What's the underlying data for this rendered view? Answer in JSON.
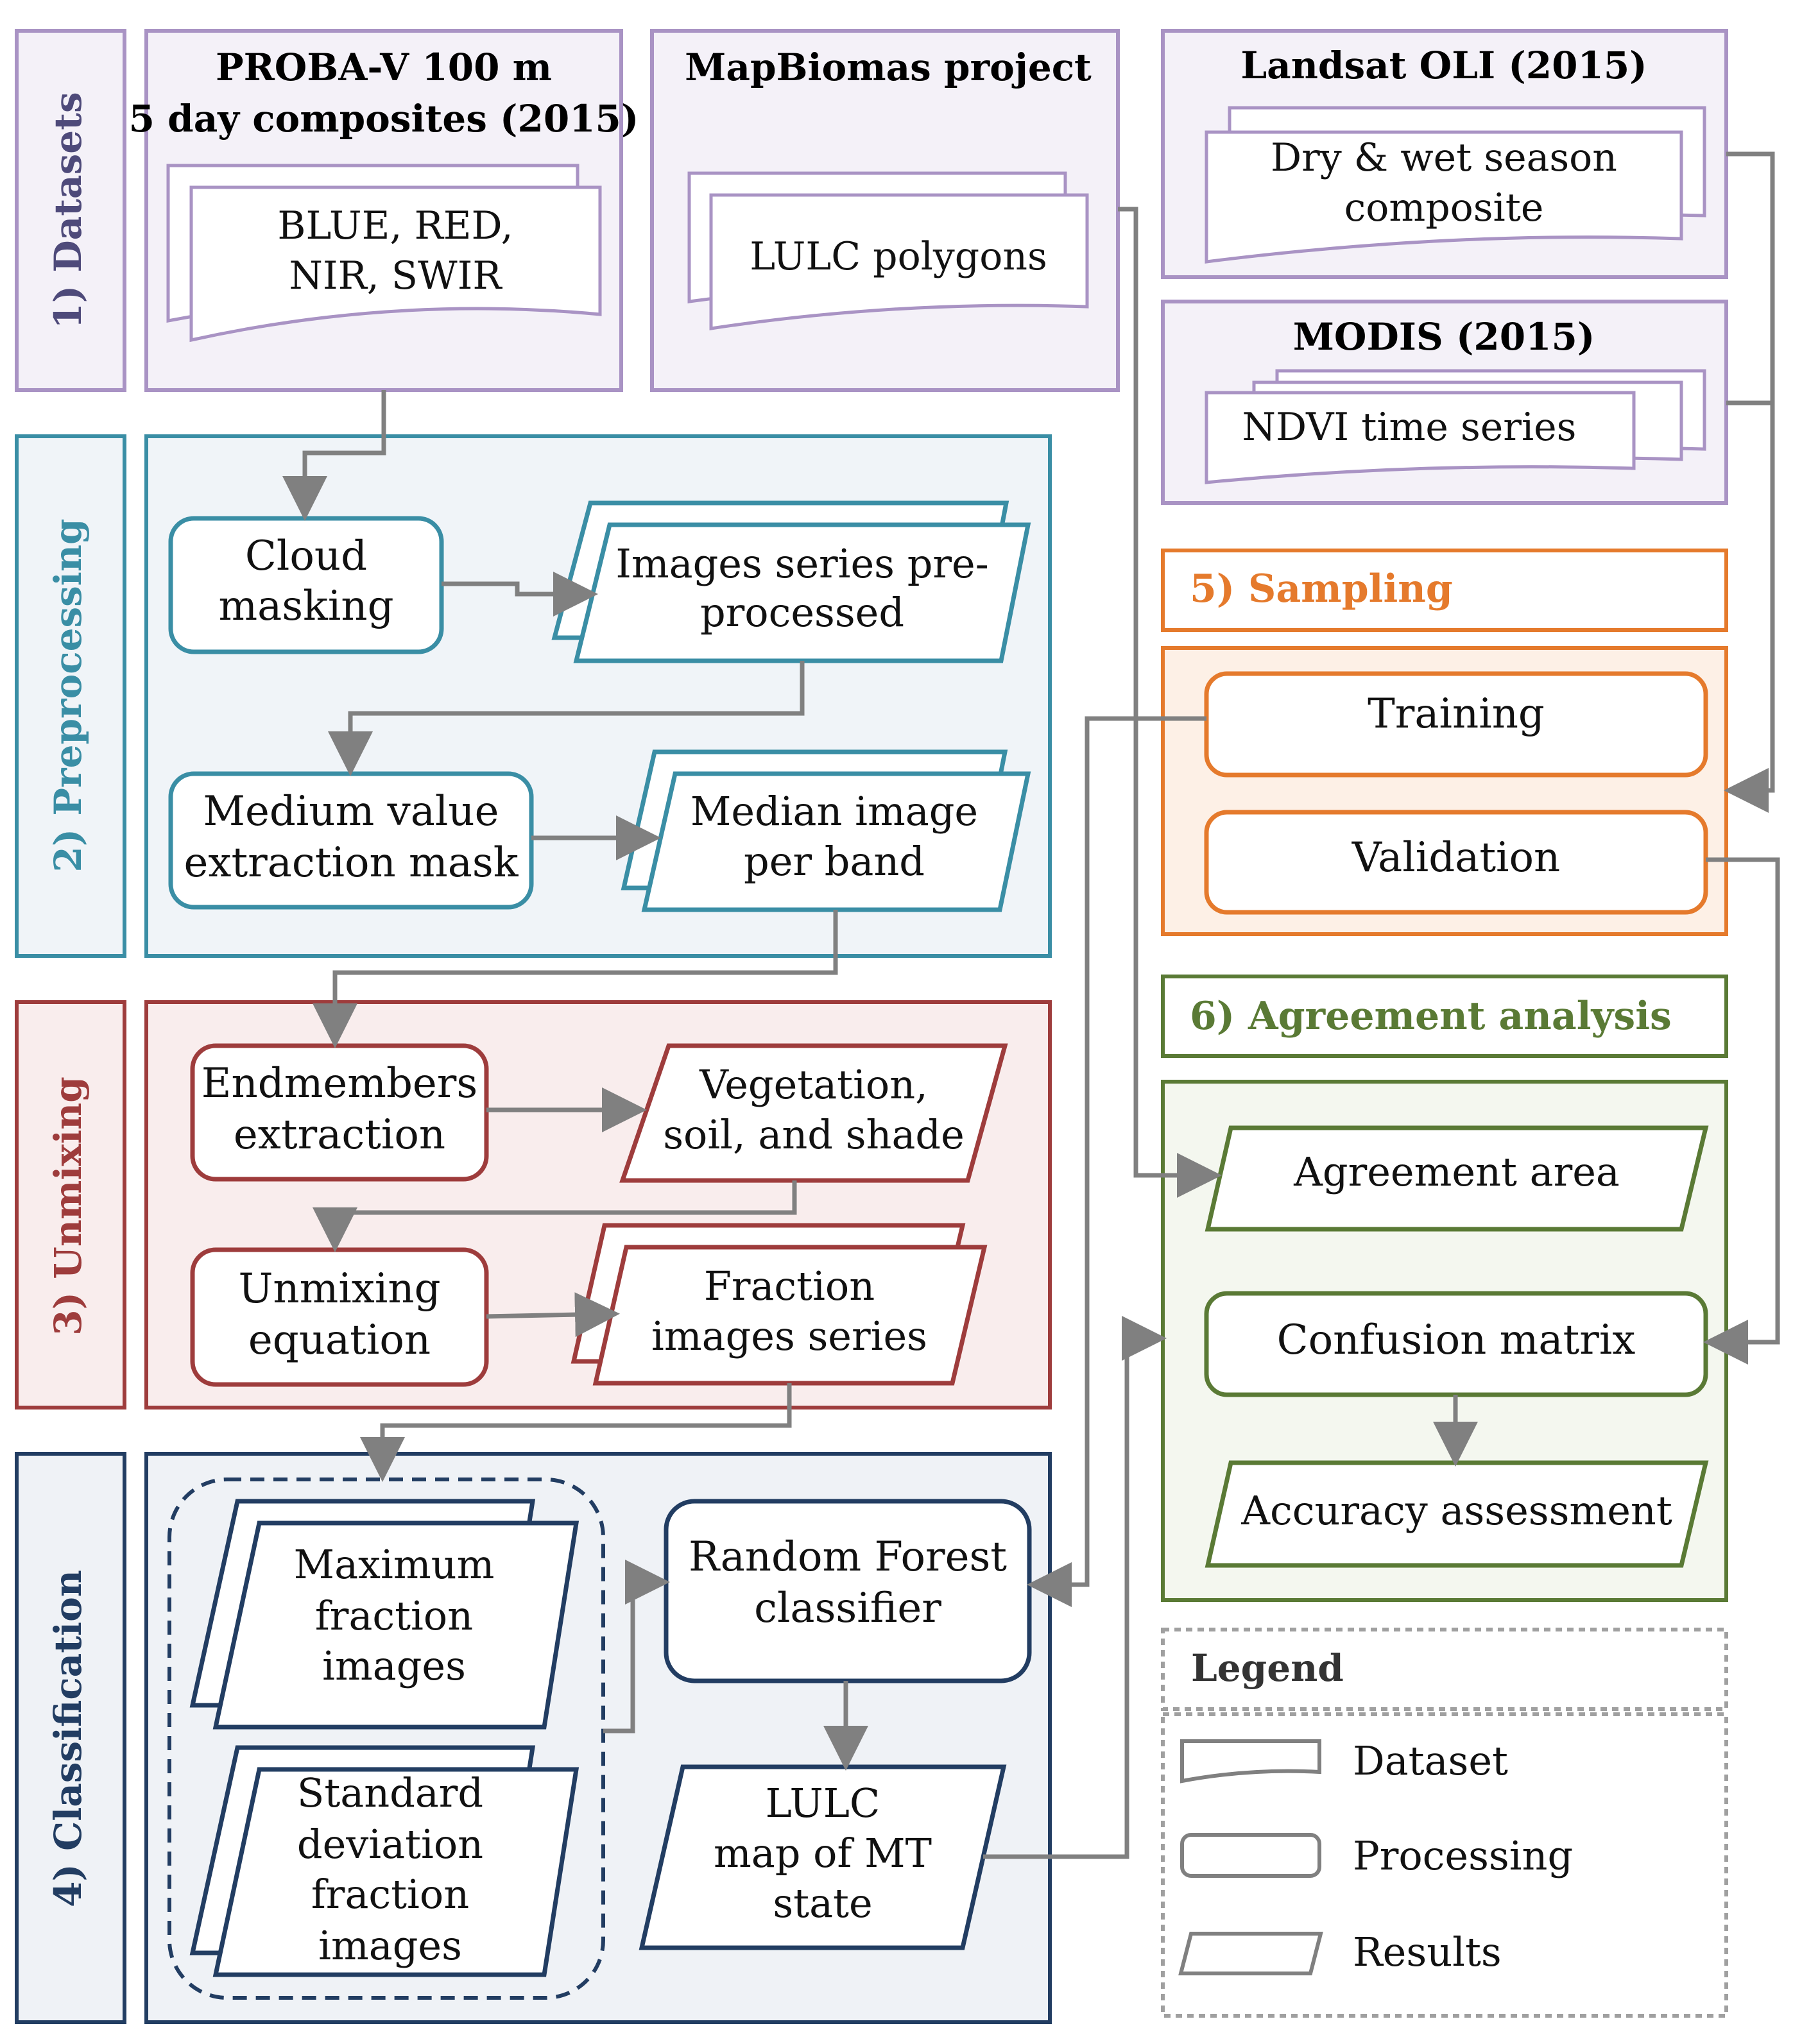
{
  "colors": {
    "datasets": "#a993c4",
    "datasets_fill": "#f4f1f8",
    "preprocessing": "#3a8ea5",
    "preprocessing_fill": "#f0f4f8",
    "unmixing": "#9e3c3c",
    "unmixing_fill": "#f9eded",
    "classification": "#223d62",
    "classification_fill": "#eff2f6",
    "sampling": "#e57a2c",
    "sampling_fill": "#fdf0e6",
    "agreement": "#5a7a35",
    "agreement_fill": "#f4f7ef",
    "arrow": "#808080",
    "legend": "#a0a0a0"
  },
  "sections": {
    "datasets": "1) Datasets",
    "preprocessing": "2) Preprocessing",
    "unmixing": "3) Unmixing",
    "classification": "4) Classification",
    "sampling": "5) Sampling",
    "agreement": "6) Agreement analysis"
  },
  "datasets": {
    "proba": {
      "title": [
        "PROBA-V 100 m",
        "5 day composites (2015)"
      ],
      "doc": [
        "BLUE, RED,",
        "NIR, SWIR"
      ]
    },
    "mapbiomas": {
      "title": "MapBiomas project",
      "doc": "LULC polygons"
    },
    "landsat": {
      "title": "Landsat OLI (2015)",
      "doc": [
        "Dry & wet season",
        "composite"
      ]
    },
    "modis": {
      "title": "MODIS (2015)",
      "doc": "NDVI time series"
    }
  },
  "preprocessing": {
    "cloud": [
      "Cloud",
      "masking"
    ],
    "series": [
      "Images series pre-",
      "processed"
    ],
    "medium": [
      "Medium value",
      "extraction mask"
    ],
    "median": [
      "Median image",
      "per band"
    ]
  },
  "unmixing": {
    "endmembers": [
      "Endmembers",
      "extraction"
    ],
    "veg": [
      "Vegetation,",
      "soil, and shade"
    ],
    "equation": [
      "Unmixing",
      "equation"
    ],
    "fraction": [
      "Fraction",
      "images series"
    ]
  },
  "classification": {
    "maxfrac": [
      "Maximum",
      "fraction",
      "images"
    ],
    "stdfrac": [
      "Standard",
      "deviation",
      "fraction",
      "images"
    ],
    "rf": [
      "Random Forest",
      "classifier"
    ],
    "lulc": [
      "LULC",
      "map of MT",
      "state"
    ]
  },
  "sampling": {
    "training": "Training",
    "validation": "Validation"
  },
  "agreement": {
    "area": "Agreement area",
    "matrix": "Confusion matrix",
    "accuracy": "Accuracy assessment"
  },
  "legend": {
    "title": "Legend",
    "items": [
      "Dataset",
      "Processing",
      "Results"
    ]
  }
}
